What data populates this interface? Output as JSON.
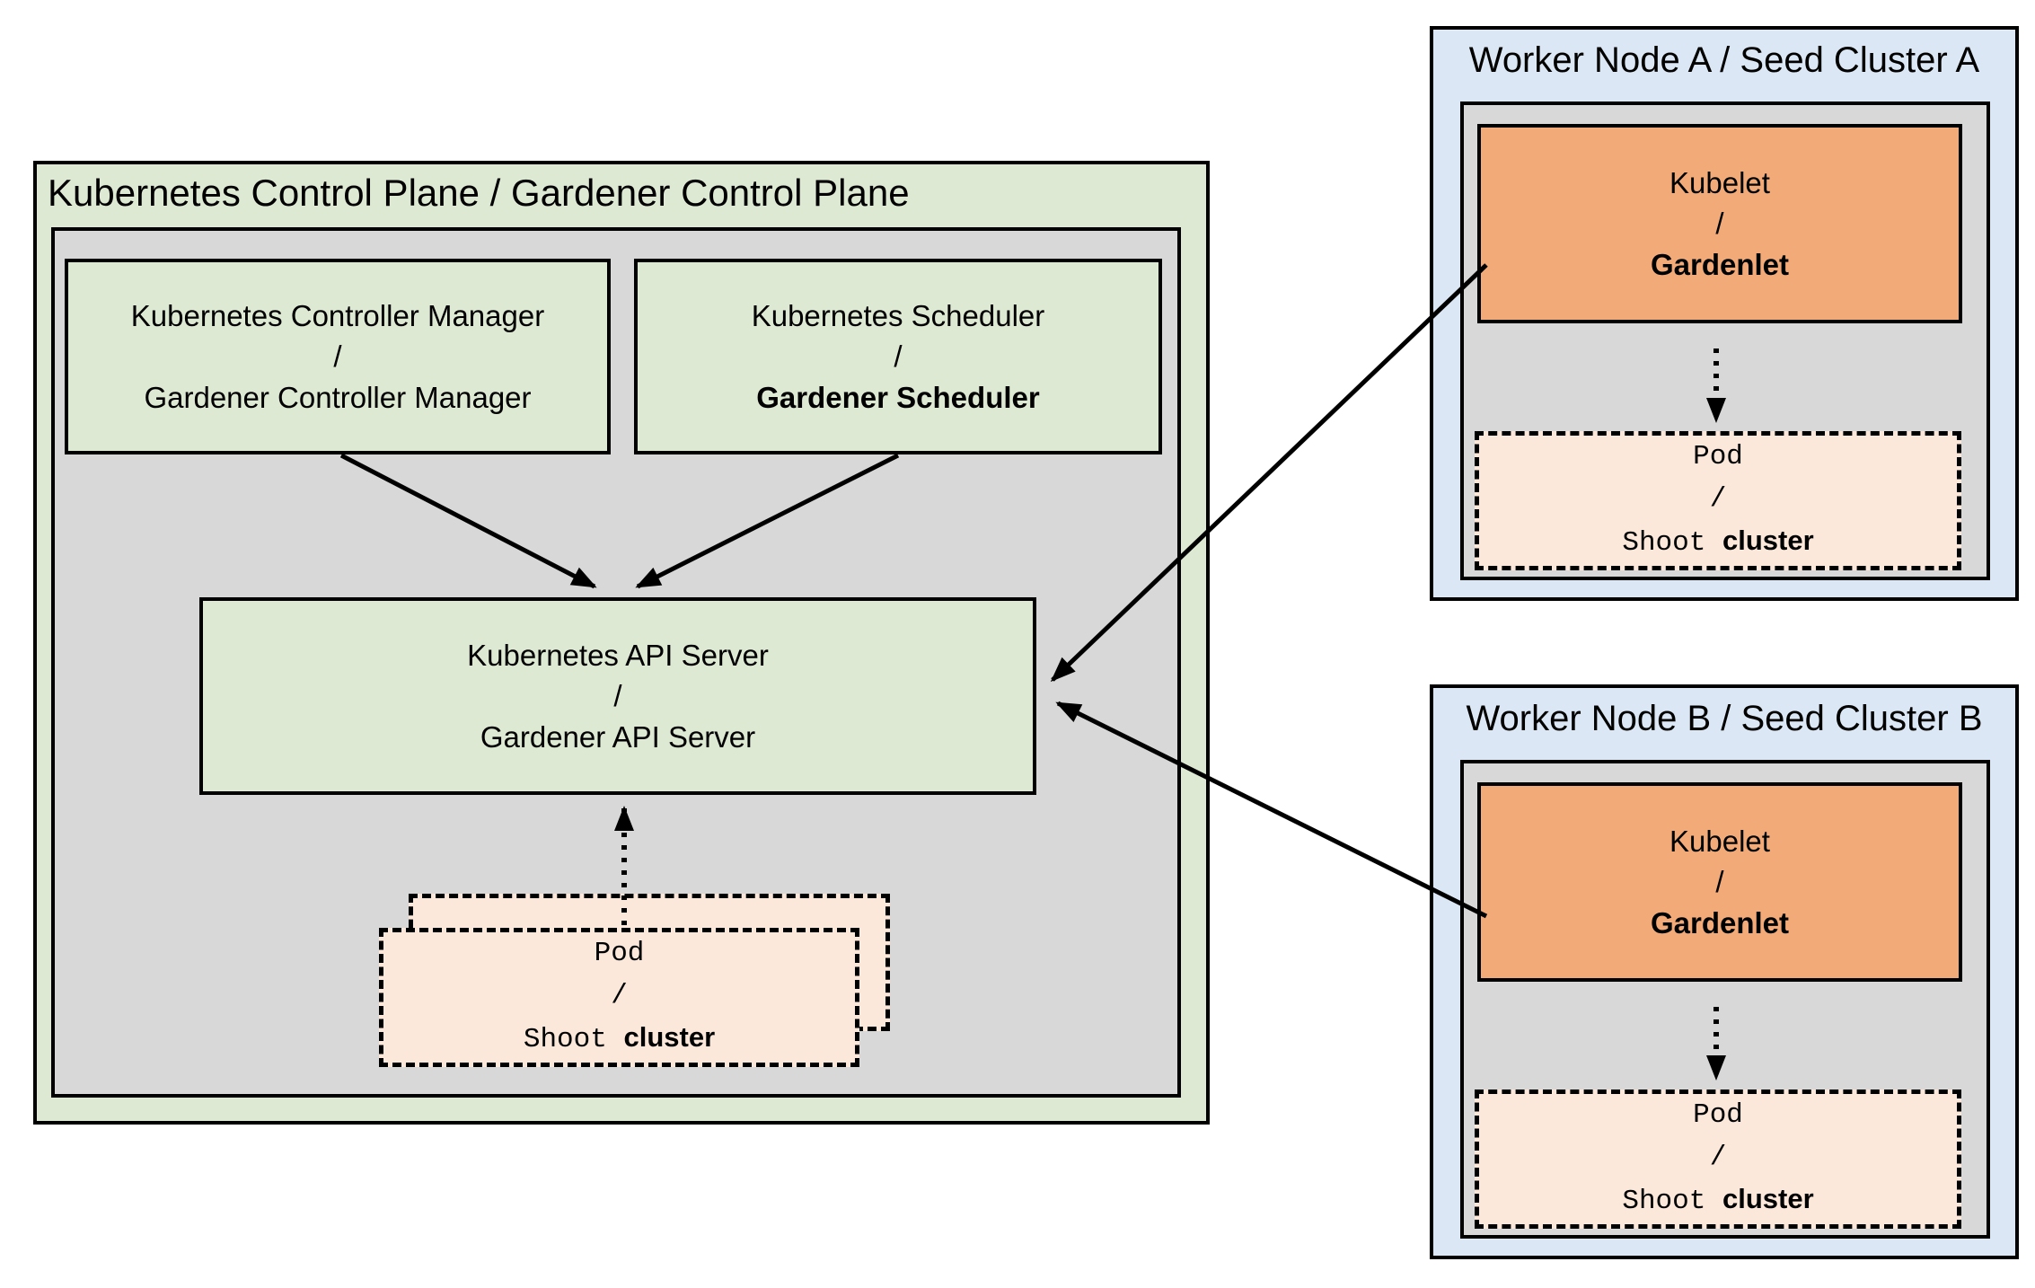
{
  "colors": {
    "control_plane_green": "#dde9d2",
    "inner_gray": "#d8d8d8",
    "worker_blue": "#dbe7f4",
    "kubelet_orange": "#f2aa78",
    "pod_peach": "#fce8da",
    "line_black": "#000000"
  },
  "control_plane": {
    "title": "Kubernetes Control Plane / Gardener Control Plane",
    "controller_manager": {
      "line1": "Kubernetes Controller Manager",
      "separator": "/",
      "line2": "Gardener Controller Manager"
    },
    "scheduler": {
      "line1": "Kubernetes Scheduler",
      "separator": "/",
      "line2": "Gardener Scheduler"
    },
    "api_server": {
      "line1": "Kubernetes API Server",
      "separator": "/",
      "line2": "Gardener API Server"
    }
  },
  "pod_box": {
    "line1": "Pod",
    "separator": "/",
    "shoot": "Shoot",
    "cluster": "cluster"
  },
  "workers": [
    {
      "title": "Worker Node A / Seed Cluster A",
      "kubelet": {
        "line1": "Kubelet",
        "separator": "/",
        "line2": "Gardenlet"
      }
    },
    {
      "title": "Worker Node B / Seed Cluster B",
      "kubelet": {
        "line1": "Kubelet",
        "separator": "/",
        "line2": "Gardenlet"
      }
    }
  ]
}
